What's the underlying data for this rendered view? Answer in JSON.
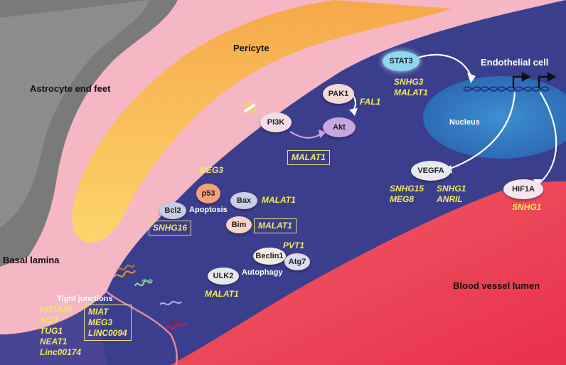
{
  "regions": {
    "astrocyte": "Astrocyte end feet",
    "pericyte": "Pericyte",
    "endothelial": "Endothelial cell",
    "basal_lamina": "Basal lamina",
    "lumen": "Blood vessel lumen",
    "nucleus": "Nucleus"
  },
  "nodes": {
    "pak1": "PAK1",
    "pi3k": "PI3K",
    "akt": "Akt",
    "stat3": "STAT3",
    "vegfa": "VEGFA",
    "hif1a": "HIF1A",
    "p53": "p53",
    "bcl2": "Bcl2",
    "bax": "Bax",
    "bim": "Bim",
    "beclin1": "Beclin1",
    "atg7": "Atg7",
    "ulk2": "ULK2"
  },
  "process_labels": {
    "apoptosis": "Apoptosis",
    "autophagy": "Autophagy",
    "tight_junctions": "Tight junctions"
  },
  "lncrnas": {
    "fal1": "FAL1",
    "akt_box": "MALAT1",
    "stat3_list": [
      "SNHG3",
      "MALAT1"
    ],
    "vegfa_left": [
      "SNHG15",
      "MEG8"
    ],
    "vegfa_right": [
      "SNHG1",
      "ANRIL"
    ],
    "hif1a": "SNHG1",
    "meg3": "MEG3",
    "bax": "MALAT1",
    "bim_box": "MALAT1",
    "bcl2_box": "SNHG16",
    "pvt1": "PVT1",
    "ulk2": "MALAT1",
    "tj_list": [
      "HOTAIR",
      "XIST",
      "TUG1",
      "NEAT1",
      "Linc00174"
    ],
    "tj_box": [
      "MIAT",
      "MEG3",
      "LINC0094"
    ]
  },
  "colors": {
    "endothelial": "#3b3e8c",
    "lumen": "#ee4a55",
    "pericyte": "#f7b84a",
    "membrane": "#f2aab8",
    "astrocyte": "#777777",
    "lncrna_text": "#f2e85c"
  }
}
